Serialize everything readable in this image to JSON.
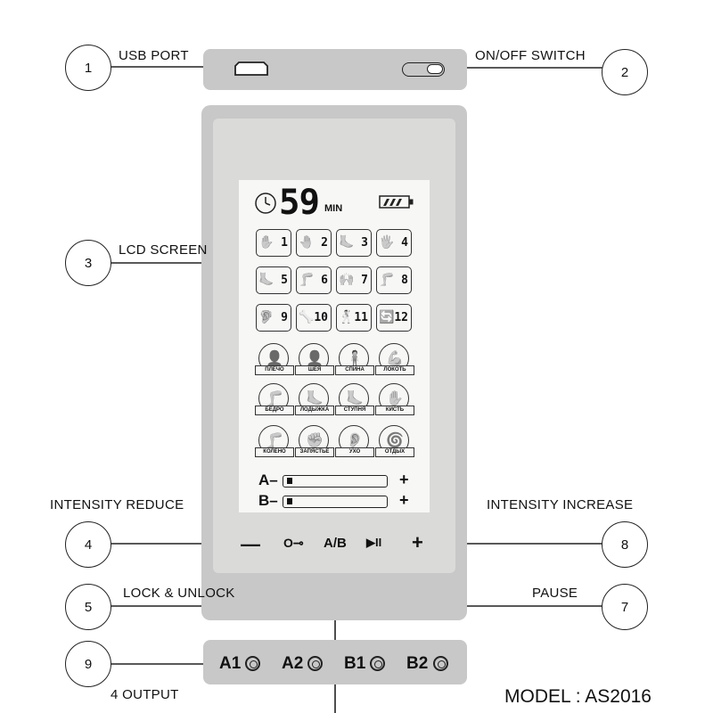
{
  "callouts": {
    "c1": {
      "num": "1",
      "label": "USB PORT"
    },
    "c2": {
      "num": "2",
      "label": "ON/OFF SWITCH"
    },
    "c3": {
      "num": "3",
      "label": "LCD SCREEN"
    },
    "c4": {
      "num": "4",
      "label": "INTENSITY REDUCE"
    },
    "c5": {
      "num": "5",
      "label": "LOCK & UNLOCK"
    },
    "c7": {
      "num": "7",
      "label": "PAUSE"
    },
    "c8": {
      "num": "8",
      "label": "INTENSITY INCREASE"
    },
    "c9": {
      "num": "9",
      "label": "4 OUTPUT"
    }
  },
  "lcd": {
    "timer_value": "59",
    "timer_unit": "MIN",
    "programs": [
      "1",
      "2",
      "3",
      "4",
      "5",
      "6",
      "7",
      "8",
      "9",
      "10",
      "11",
      "12"
    ],
    "program_icons": [
      "✋",
      "🤚",
      "🦶",
      "🖐",
      "🦶",
      "🦵",
      "🙌",
      "🦵",
      "🦻",
      "🦴",
      "🕺",
      "🔄"
    ],
    "body_parts": [
      "ПЛЕЧО",
      "ШЕЯ",
      "СПИНА",
      "ЛОКОТЬ",
      "БЕДРО",
      "ЛОДЫЖКА",
      "СТУПНЯ",
      "КИСТЬ",
      "КОЛЕНО",
      "ЗАПЯСТЬЕ",
      "УХО",
      "ОТДЫХ"
    ],
    "intensity": {
      "a_label": "A",
      "b_label": "B",
      "minus": "–",
      "plus": "+",
      "a_level": 0.06,
      "b_level": 0.06
    }
  },
  "controls": {
    "minus": "—",
    "lock": "O⊸",
    "ab": "A/B",
    "pause": "▶II",
    "plus": "+"
  },
  "outputs": [
    "A1",
    "A2",
    "B1",
    "B2"
  ],
  "model": "MODEL : AS2016"
}
